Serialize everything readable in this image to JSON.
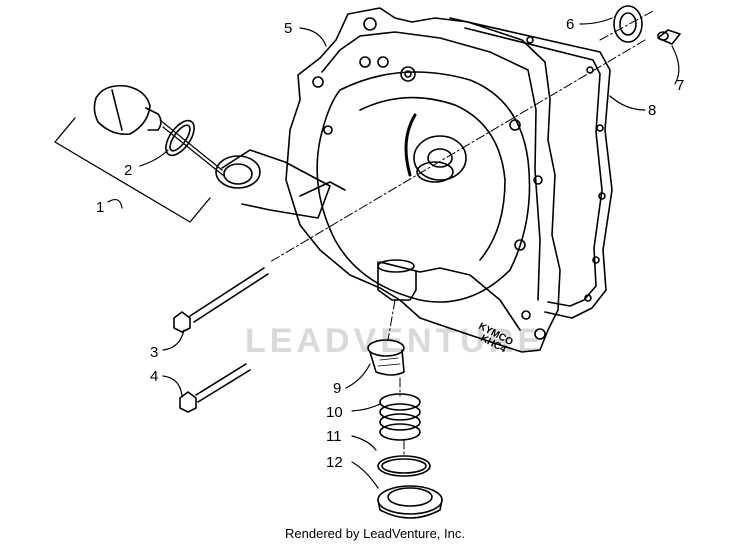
{
  "watermark": "LEADVENTURE",
  "credit": "Rendered by LeadVenture, Inc.",
  "engravings": {
    "brand": "KYMCO",
    "code": "KHC4"
  },
  "callouts": [
    "1",
    "2",
    "3",
    "4",
    "5",
    "6",
    "7",
    "8",
    "9",
    "10",
    "11",
    "12"
  ]
}
